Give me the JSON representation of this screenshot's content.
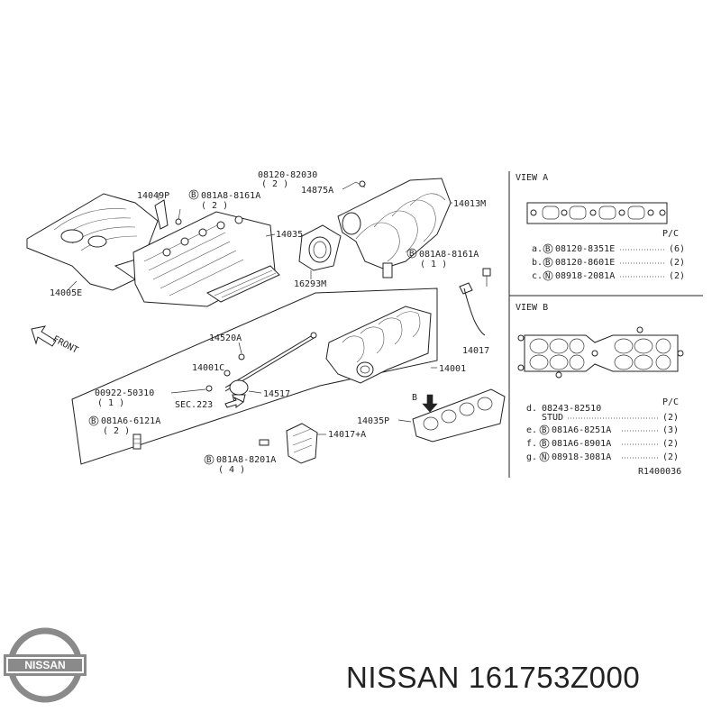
{
  "labels": {
    "l14049P": "14049P",
    "l081A8_8161A_top": "081A8-8161A",
    "l2_top": "( 2 )",
    "l08120_top": "08120-82030",
    "l2_top2": "( 2 )",
    "l14875A": "14875A",
    "l14013M": "14013M",
    "l14035": "14035",
    "l081A8_8161A_mid": "081A8-8161A",
    "l1_mid": "( 1 )",
    "l16293M": "16293M",
    "l14005E": "14005E",
    "front": "FRONT",
    "l14520A": "14520A",
    "l14001C": "14001C",
    "l00922": "00922-50310",
    "l1_00922": "( 1 )",
    "sec223": "SEC.223",
    "l14517": "14517",
    "l081A6_6121A": "081A6-6121A",
    "l2_6121": "( 2 )",
    "l14017": "14017",
    "l14001": "14001",
    "l14035P": "14035P",
    "l14017A": "14017+A",
    "l081A8_8201A": "081A8-8201A",
    "l4_8201": "( 4 )",
    "markerB": "B",
    "circB": "B",
    "circN": "N"
  },
  "viewA": {
    "title": "VIEW A",
    "pc": "P/C",
    "rows": [
      {
        "letter": "a.",
        "mark": "B",
        "part": "08120-8351E",
        "qty": "(6)"
      },
      {
        "letter": "b.",
        "mark": "B",
        "part": "08120-8601E",
        "qty": "(2)"
      },
      {
        "letter": "c.",
        "mark": "N",
        "part": "08918-2081A",
        "qty": "(2)"
      }
    ]
  },
  "viewB": {
    "title": "VIEW B",
    "pc": "P/C",
    "rows": [
      {
        "letter": "d.",
        "mark": "",
        "part": "08243-82510",
        "qty": ""
      },
      {
        "letter": "",
        "mark": "",
        "part": "STUD",
        "qty": "(2)"
      },
      {
        "letter": "e.",
        "mark": "B",
        "part": "081A6-8251A",
        "qty": "(3)"
      },
      {
        "letter": "f.",
        "mark": "B",
        "part": "081A6-8901A",
        "qty": "(2)"
      },
      {
        "letter": "g.",
        "mark": "N",
        "part": "08918-3081A",
        "qty": "(2)"
      }
    ],
    "ref": "R1400036"
  },
  "logo": {
    "text": "NISSAN",
    "color": "#8a8a8a"
  },
  "brand": {
    "maker": "NISSAN",
    "part_number": "161753Z000"
  }
}
